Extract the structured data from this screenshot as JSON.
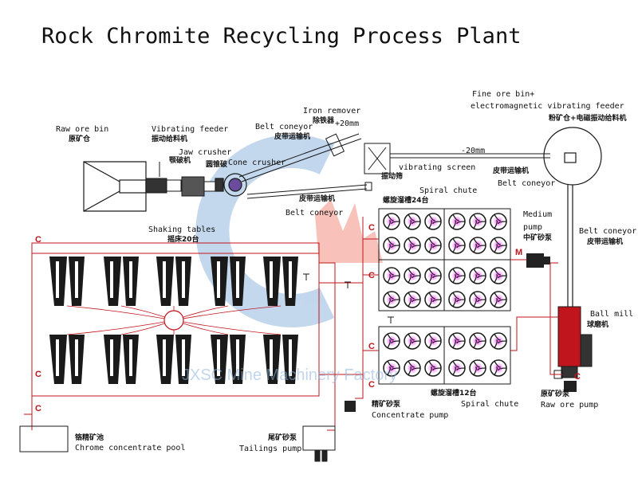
{
  "title": "Rock Chromite Recycling Process Plant",
  "watermark": "JXSC Mine Machinery Factory",
  "labels": {
    "raw_ore_bin": "Raw ore bin",
    "raw_ore_bin_cn": "原矿仓",
    "vibrating_feeder": "Vibrating feeder",
    "vibrating_feeder_cn": "振动给料机",
    "jaw_crusher": "Jaw crusher",
    "jaw_crusher_cn": "颚破机",
    "cone_crusher": "Cone crusher",
    "cone_crusher_cn": "圆锥破",
    "belt_conveyor_top": "Belt coneyor",
    "belt_conveyor_top_cn": "皮带运输机",
    "iron_remover": "Iron remover",
    "iron_remover_cn": "除铁器",
    "plus_20mm": "+20mm",
    "minus_20mm": "-20mm",
    "vibrating_screen": "vibrating screen",
    "vibrating_screen_cn": "振动筛",
    "belt_conveyor_mid_cn": "皮带运输机",
    "belt_conveyor_mid": "Belt coneyor",
    "fine_ore_bin": "Fine ore bin+",
    "em_feeder": "electromagnetic vibrating feeder",
    "fine_ore_bin_cn": "粉矿仓+电磁振动给料机",
    "belt_conveyor_right_cn": "皮带运输机",
    "belt_conveyor_right2": "Belt coneyor",
    "belt_conveyor_lower_cn": "皮带运输机",
    "belt_conveyor_lower": "Belt coneyor",
    "spiral_chute_top": "Spiral chute",
    "spiral_chute_top_cn": "螺旋溜槽24台",
    "medium_pump": "Medium",
    "medium_pump2": "pump",
    "medium_pump_cn": "中矿砂泵",
    "belt_conveyor_right3": "Belt coneyor",
    "belt_conveyor_right3_cn": "皮带运输机",
    "shaking_tables": "Shaking tables",
    "shaking_tables_cn": "摇床20台",
    "ball_mill": "Ball mill",
    "ball_mill_cn": "球磨机",
    "spiral_chute_bottom_cn": "螺旋溜槽12台",
    "spiral_chute_bottom": "Spiral chute",
    "raw_ore_pump_cn": "原矿砂泵",
    "raw_ore_pump": "Raw ore pump",
    "concentrate_pump_cn": "精矿砂泵",
    "concentrate_pump": "Concentrate pump",
    "chrome_pool_cn": "铬精矿池",
    "chrome_pool": "Chrome concentrate pool",
    "tailings_pump_cn": "尾矿砂泵",
    "tailings_pump": "Tailings pump",
    "c_mark": "C",
    "m_mark": "M",
    "t_mark": "T"
  },
  "colors": {
    "line": "#1a1a1a",
    "pipe": "#c0151c",
    "spiral_glow": "#e040e0",
    "watermark_blue": "#8fb4dd",
    "watermark_red": "#f08070"
  }
}
